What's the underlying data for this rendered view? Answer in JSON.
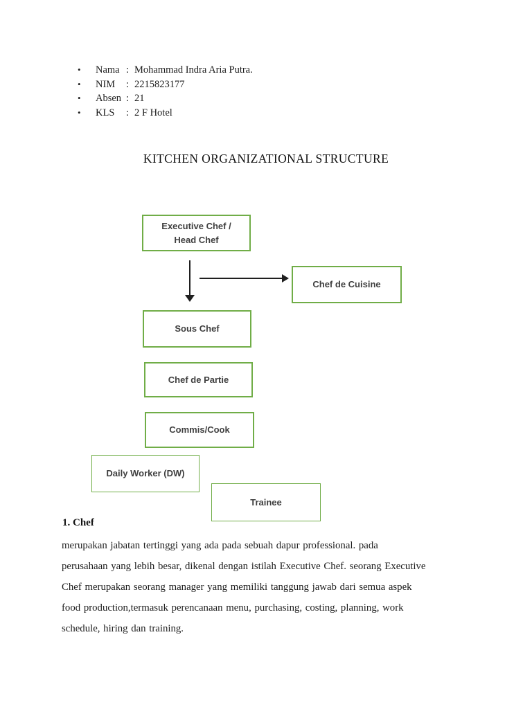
{
  "page": {
    "background": "#ffffff"
  },
  "student_info": {
    "bullet": "•",
    "items": [
      {
        "label": "Nama",
        "sep": ":",
        "value": "Mohammad Indra Aria Putra."
      },
      {
        "label": "NIM",
        "sep": ":",
        "value": "2215823177"
      },
      {
        "label": "Absen",
        "sep": ":",
        "value": "21"
      },
      {
        "label": "KLS",
        "sep": ":",
        "value": "2 F Hotel"
      }
    ]
  },
  "title": "KITCHEN ORGANIZATIONAL STRUCTURE",
  "org_chart": {
    "border_color": "#70AD47",
    "arrow_color": "#1f1f1f",
    "nodes": [
      {
        "id": "executive-chef-head-chef",
        "label": "Executive Chef / Head Chef"
      },
      {
        "id": "chef-de-cuisine",
        "label": "Chef de Cuisine"
      },
      {
        "id": "sous-chef",
        "label": "Sous Chef"
      },
      {
        "id": "chef-de-partie",
        "label": "Chef de Partie"
      },
      {
        "id": "commis-cook",
        "label": "Commis/Cook"
      },
      {
        "id": "daily-worker",
        "label": "Daily Worker (DW)"
      },
      {
        "id": "trainee",
        "label": "Trainee"
      }
    ]
  },
  "section": {
    "heading": "1. Chef",
    "lines": [
      "merupakan jabatan tertinggi yang ada pada sebuah dapur professional. pada",
      "perusahaan yang lebih besar, dikenal dengan istilah Executive Chef. seorang Executive",
      "Chef merupakan seorang manager yang memiliki tanggung jawab dari semua aspek",
      "food production,termasuk perencanaan menu, purchasing, costing, planning, work",
      "schedule, hiring dan training."
    ]
  }
}
